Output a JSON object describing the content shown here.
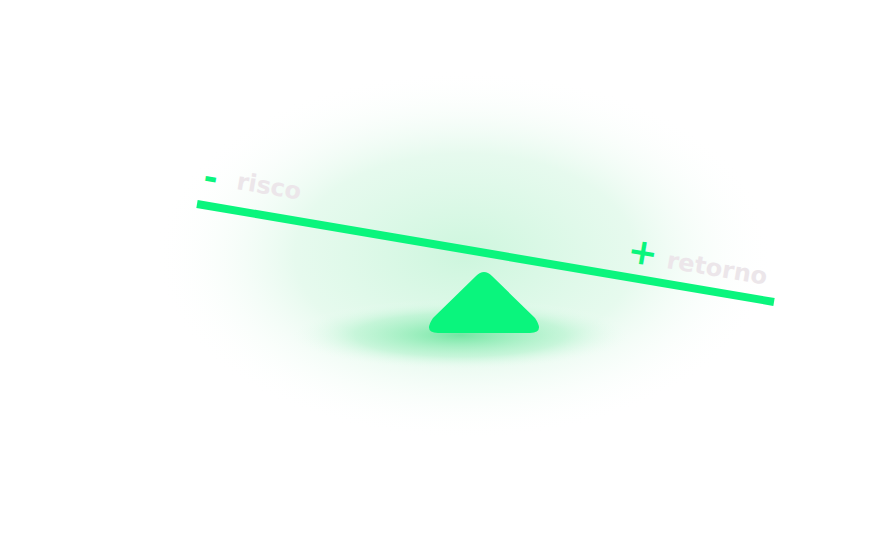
{
  "diagram": {
    "labels": [
      "-",
      "risco",
      "+",
      "retorno"
    ]
  }
}
